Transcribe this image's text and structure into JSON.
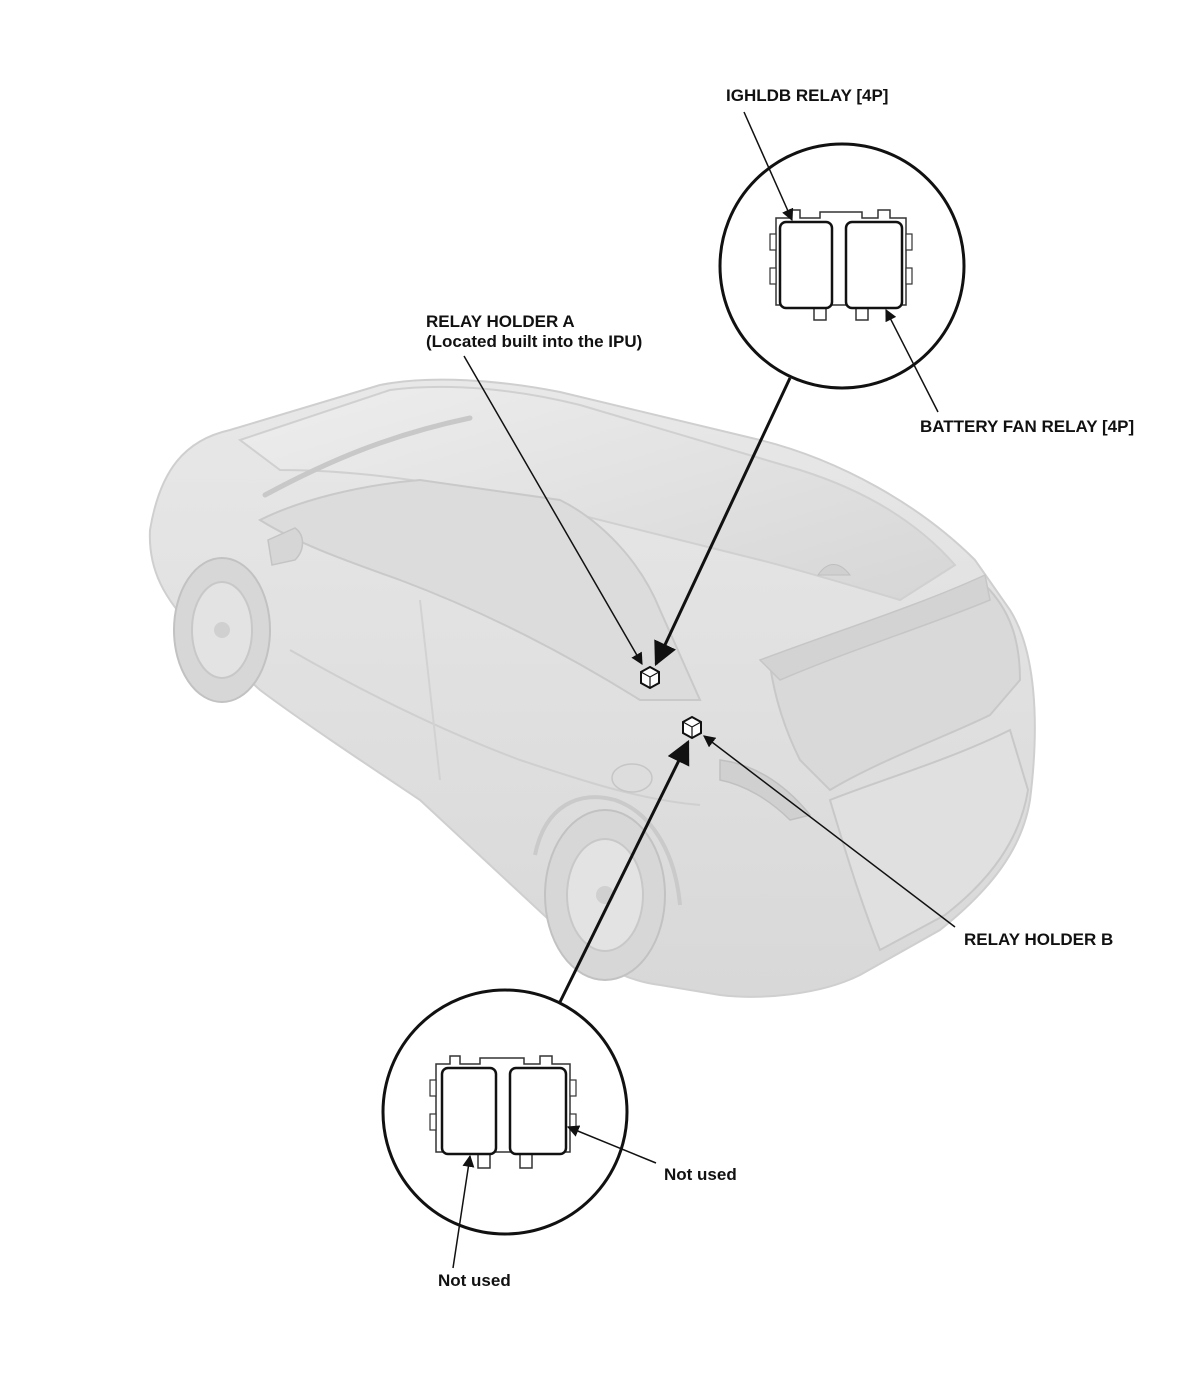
{
  "labels": {
    "ighldb_relay": "IGHLDB RELAY [4P]",
    "battery_fan_relay": "BATTERY FAN RELAY [4P]",
    "relay_holder_a": {
      "line1": "RELAY HOLDER A",
      "line2": "(Located built into the IPU)"
    },
    "relay_holder_b": "RELAY HOLDER B",
    "not_used_right": "Not used",
    "not_used_bottom": "Not used"
  },
  "colors": {
    "line": "#111111",
    "vehicle_body": "#e4e4e4",
    "vehicle_shadow": "#cfcfcf",
    "vehicle_edge": "#bdbdbd"
  }
}
